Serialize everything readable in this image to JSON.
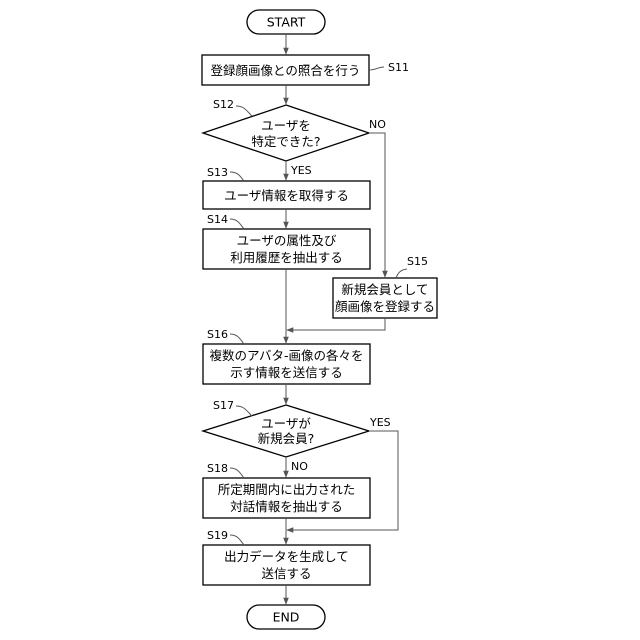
{
  "flowchart": {
    "start": "START",
    "end": "END",
    "s11": {
      "label": "S11",
      "text": "登録顔画像との照合を行う"
    },
    "s12": {
      "label": "S12",
      "line1": "ユーザを",
      "line2": "特定できた?",
      "yes": "YES",
      "no": "NO"
    },
    "s13": {
      "label": "S13",
      "text": "ユーザ情報を取得する"
    },
    "s14": {
      "label": "S14",
      "line1": "ユーザの属性及び",
      "line2": "利用履歴を抽出する"
    },
    "s15": {
      "label": "S15",
      "line1": "新規会員として",
      "line2": "顔画像を登録する"
    },
    "s16": {
      "label": "S16",
      "line1": "複数のアバタ-画像の各々を",
      "line2": "示す情報を送信する"
    },
    "s17": {
      "label": "S17",
      "line1": "ユーザが",
      "line2": "新規会員?",
      "yes": "YES",
      "no": "NO"
    },
    "s18": {
      "label": "S18",
      "line1": "所定期間内に出力された",
      "line2": "対話情報を抽出する"
    },
    "s19": {
      "label": "S19",
      "line1": "出力データを生成して",
      "line2": "送信する"
    }
  }
}
